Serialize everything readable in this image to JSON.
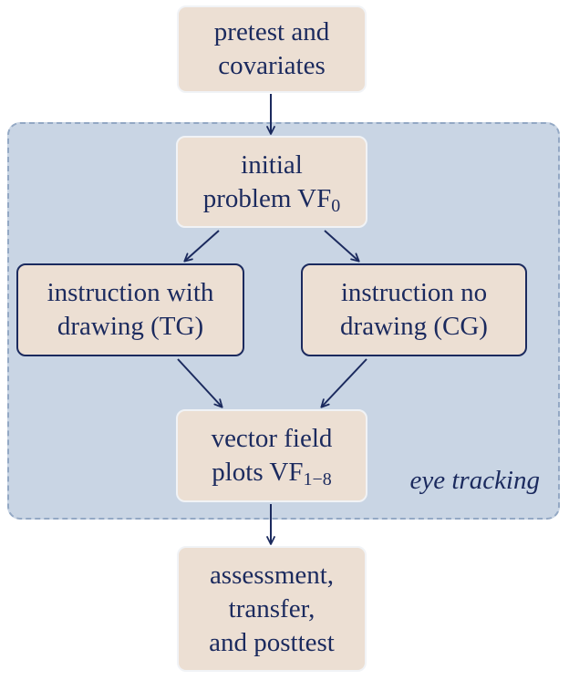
{
  "region": {
    "label": "eye tracking"
  },
  "nodes": {
    "pretest": {
      "line1": "pretest and",
      "line2": "covariates"
    },
    "initial": {
      "line1": "initial",
      "line2_text": "problem VF",
      "line2_sub": "0"
    },
    "tg": {
      "line1": "instruction with",
      "line2": "drawing (TG)"
    },
    "cg": {
      "line1": "instruction no",
      "line2": "drawing (CG)"
    },
    "vector": {
      "line1": "vector field",
      "line2_text": "plots VF",
      "line2_sub": "1−8"
    },
    "assess": {
      "line1": "assessment,",
      "line2": "transfer,",
      "line3": "and posttest"
    }
  },
  "colors": {
    "node_fill": "#ecdfd3",
    "region_fill": "#c9d5e4",
    "region_border": "#93a8c4",
    "ink": "#1b2a5e"
  }
}
